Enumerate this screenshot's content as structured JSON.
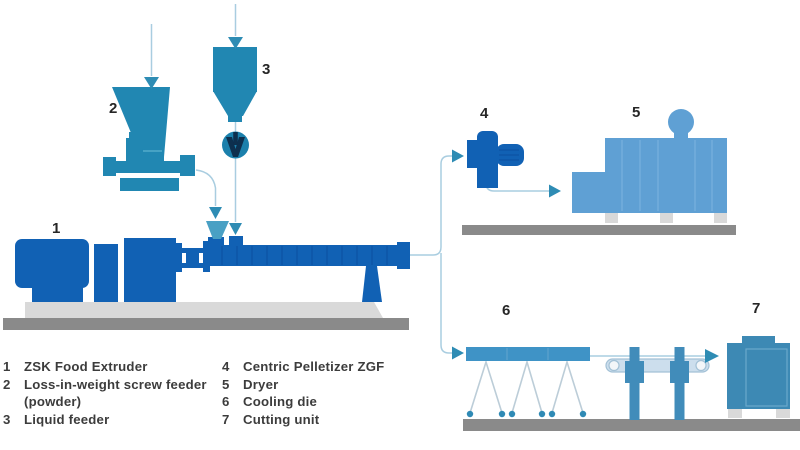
{
  "markers": {
    "m1": "1",
    "m2": "2",
    "m3": "3",
    "m4": "4",
    "m5": "5",
    "m6": "6",
    "m7": "7"
  },
  "legend": {
    "col1": [
      {
        "num": "1",
        "text": "ZSK Food Extruder"
      },
      {
        "num": "2",
        "text": "Loss-in-weight screw feeder",
        "text2": "(powder)"
      },
      {
        "num": "3",
        "text": "Liquid feeder"
      }
    ],
    "col2": [
      {
        "num": "4",
        "text": "Centric Pelletizer ZGF"
      },
      {
        "num": "5",
        "text": "Dryer"
      },
      {
        "num": "6",
        "text": "Cooling die"
      },
      {
        "num": "7",
        "text": "Cutting unit"
      }
    ]
  },
  "colors": {
    "machine_blue": "#1161b4",
    "machine_blue_dark": "#0c50a0",
    "feeder_teal": "#2187b2",
    "funnel_teal_light": "#49a0c4",
    "dryer_light_blue": "#5fa0d4",
    "cooling_bar_blue": "#3f93c6",
    "cutting_unit_blue": "#3d89b4",
    "connector_line": "#a9cde0",
    "arrow_teal": "#2e8cb4",
    "platform_light_gray": "#d9d9d9",
    "platform_dark_gray": "#8a8a8a",
    "text_dark": "#3c3c3c"
  }
}
